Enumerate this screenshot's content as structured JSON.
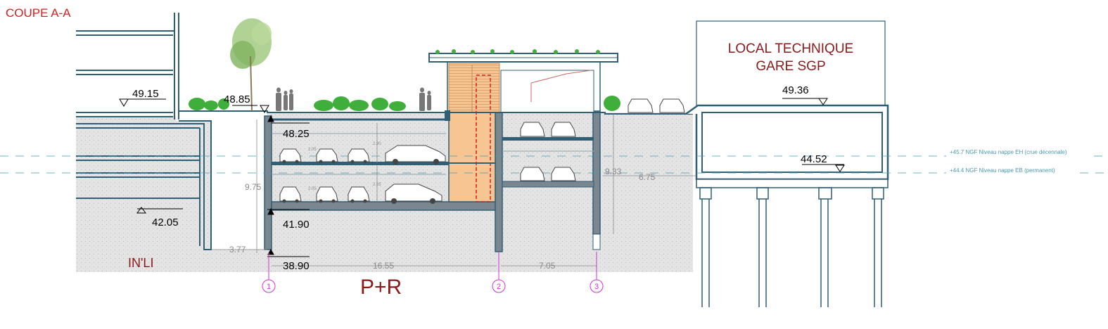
{
  "title": "COUPE A-A",
  "labels": {
    "local_technique_line1": "LOCAL TECHNIQUE",
    "local_technique_line2": "GARE SGP",
    "inli": "IN'LI",
    "pr": "P+R"
  },
  "levels": {
    "l4915": "49.15",
    "l4885": "48.85",
    "l4825": "48.25",
    "l4190": "41.90",
    "l4205": "42.05",
    "l3890": "38.90",
    "l4936": "49.36",
    "l4452": "44.52"
  },
  "dimensions": {
    "h975": "9.75",
    "w377": "3.77",
    "w1655": "16.55",
    "w705": "7.05",
    "h933": "9.33",
    "w675": "6.75",
    "small_290": "2.90",
    "small_265": "2.65",
    "small_205a": "2.05",
    "small_205b": "2.05"
  },
  "axes": {
    "a1": "1",
    "a2": "2",
    "a3": "3"
  },
  "water": {
    "eh": "+45.7 NGF Niveau nappe EH (crue décennale)",
    "eb": "+44.4 NGF Niveau nappe EB (permanent)"
  },
  "colors": {
    "structure": "#2e5f74",
    "ground": "#e4e4e4",
    "core": "#f6c591",
    "red": "#d62020",
    "darkred": "#8a1a1a",
    "magenta": "#d62fd6",
    "water": "#4a9ab0"
  }
}
